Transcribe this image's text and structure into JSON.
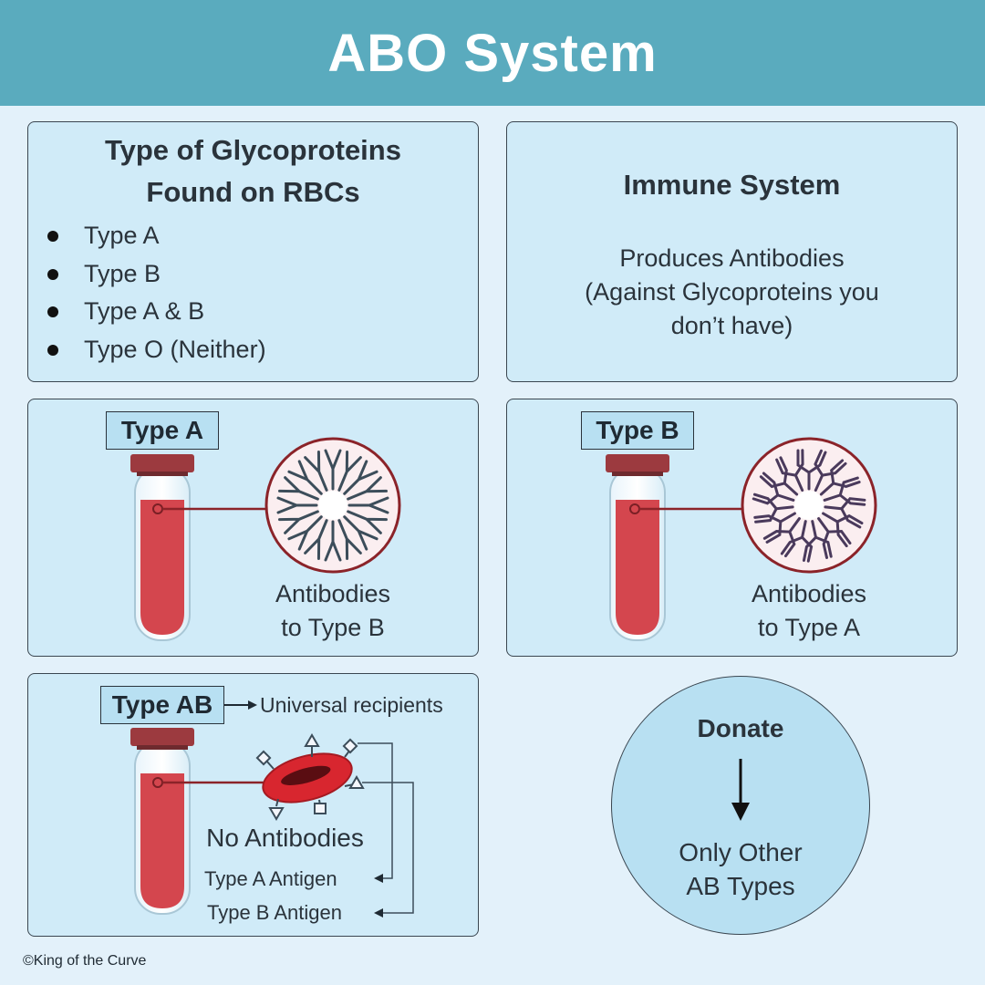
{
  "title": "ABO System",
  "glycoproteins": {
    "title_line1": "Type of Glycoproteins",
    "title_line2": "Found on RBCs",
    "items": [
      "Type A",
      "Type B",
      "Type A & B",
      "Type O (Neither)"
    ]
  },
  "immune": {
    "title": "Immune System",
    "line1": "Produces Antibodies",
    "line2": "(Against Glycoproteins you",
    "line3": "don’t have)"
  },
  "type_a": {
    "label": "Type A",
    "caption_line1": "Antibodies",
    "caption_line2": "to Type B"
  },
  "type_b": {
    "label": "Type B",
    "caption_line1": "Antibodies",
    "caption_line2": "to Type A"
  },
  "type_ab": {
    "label": "Type AB",
    "note": "Universal recipients",
    "caption": "No Antibodies",
    "antigen_a": "Type A Antigen",
    "antigen_b": "Type B Antigen"
  },
  "donate": {
    "title": "Donate",
    "line1": "Only Other",
    "line2": "AB Types"
  },
  "footer": "©King of the Curve",
  "colors": {
    "header": "#5aabbe",
    "panel": "#d0ebf8",
    "blood": "#d4464e",
    "cap": "#9c3a3f",
    "antibody_a": "#3c4d5a",
    "antibody_b": "#4a3a5c"
  }
}
